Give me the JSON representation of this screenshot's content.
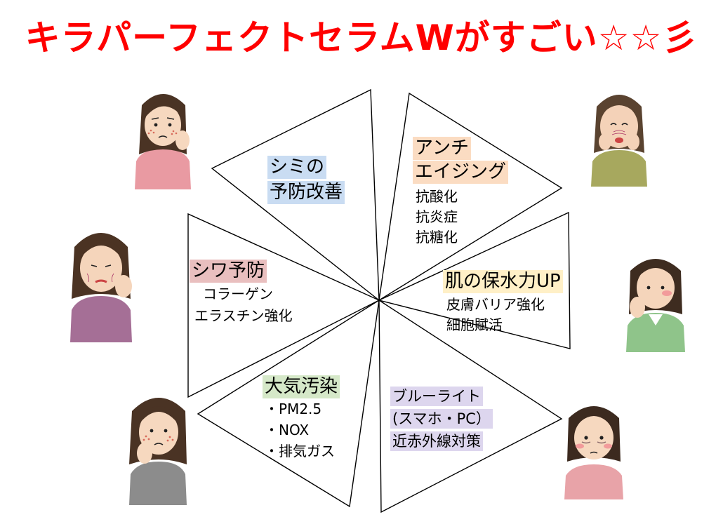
{
  "title": "キラパーフェクトセラムWがすごい☆☆彡",
  "colors": {
    "title": "#ff0000",
    "blue": "#c9dcf2",
    "orange": "#fbdcc2",
    "yellow": "#fff0c7",
    "pink": "#e9bfbf",
    "green": "#d5e8c8",
    "purple": "#ddd6ee"
  },
  "sectors": {
    "spots": {
      "line1": "シミの",
      "line2": "予防改善"
    },
    "anti_aging": {
      "line1": "アンチ",
      "line2": "エイジング",
      "items": [
        "抗酸化",
        "抗炎症",
        "抗糖化"
      ]
    },
    "moisture": {
      "heading": "肌の保水力UP",
      "items": [
        "皮膚バリア強化",
        "細胞賦活"
      ]
    },
    "wrinkles": {
      "heading": "シワ予防",
      "items": [
        "コラーゲン",
        "エラスチン強化"
      ]
    },
    "pollution": {
      "heading": "大気汚染",
      "items": [
        "・PM2.5",
        "・NOX",
        "・排気ガス"
      ]
    },
    "blue_light": {
      "line1": "ブルーライト",
      "line2": "(スマホ・PC）",
      "line3": "近赤外線対策"
    }
  }
}
